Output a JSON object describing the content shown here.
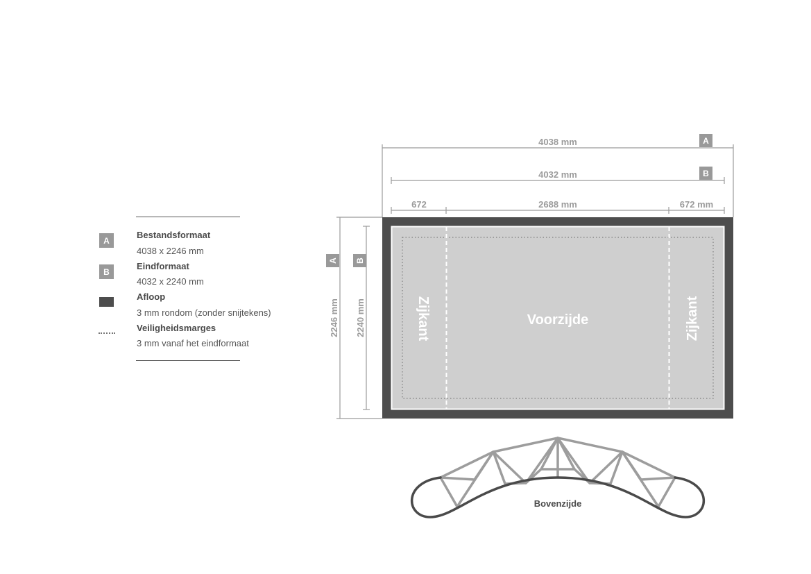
{
  "colors": {
    "bleed": "#4d4d4d",
    "panel": "#cfcfcf",
    "dimension": "#9b9b9b",
    "badge": "#999999",
    "frame_light": "#9d9d9d",
    "frame_dark": "#4a4a4a",
    "text_dark": "#4a4a4a"
  },
  "legend": {
    "items": [
      {
        "marker": "A",
        "marker_type": "badge",
        "title": "Bestandsformaat",
        "desc": "4038 x 2246 mm"
      },
      {
        "marker": "B",
        "marker_type": "badge",
        "title": "Eindformaat",
        "desc": "4032 x 2240 mm"
      },
      {
        "marker": "",
        "marker_type": "swatch",
        "title": "Afloop",
        "desc": "3 mm rondom (zonder snijtekens)"
      },
      {
        "marker": "",
        "marker_type": "dots",
        "title": "Veiligheidsmarges",
        "desc": "3 mm vanaf het eindformaat"
      }
    ]
  },
  "dimensions": {
    "file_width": {
      "label": "4038 mm",
      "badge": "A"
    },
    "final_width": {
      "label": "4032 mm",
      "badge": "B"
    },
    "file_height": {
      "label": "2246 mm",
      "badge": "A"
    },
    "final_height": {
      "label": "2240 mm",
      "badge": "B"
    },
    "left_side": "672",
    "front": "2688 mm",
    "right_side": "672 mm"
  },
  "panels": {
    "left": "Zijkant",
    "center": "Voorzijde",
    "right": "Zijkant"
  },
  "top_view": {
    "label": "Bovenzijde"
  }
}
